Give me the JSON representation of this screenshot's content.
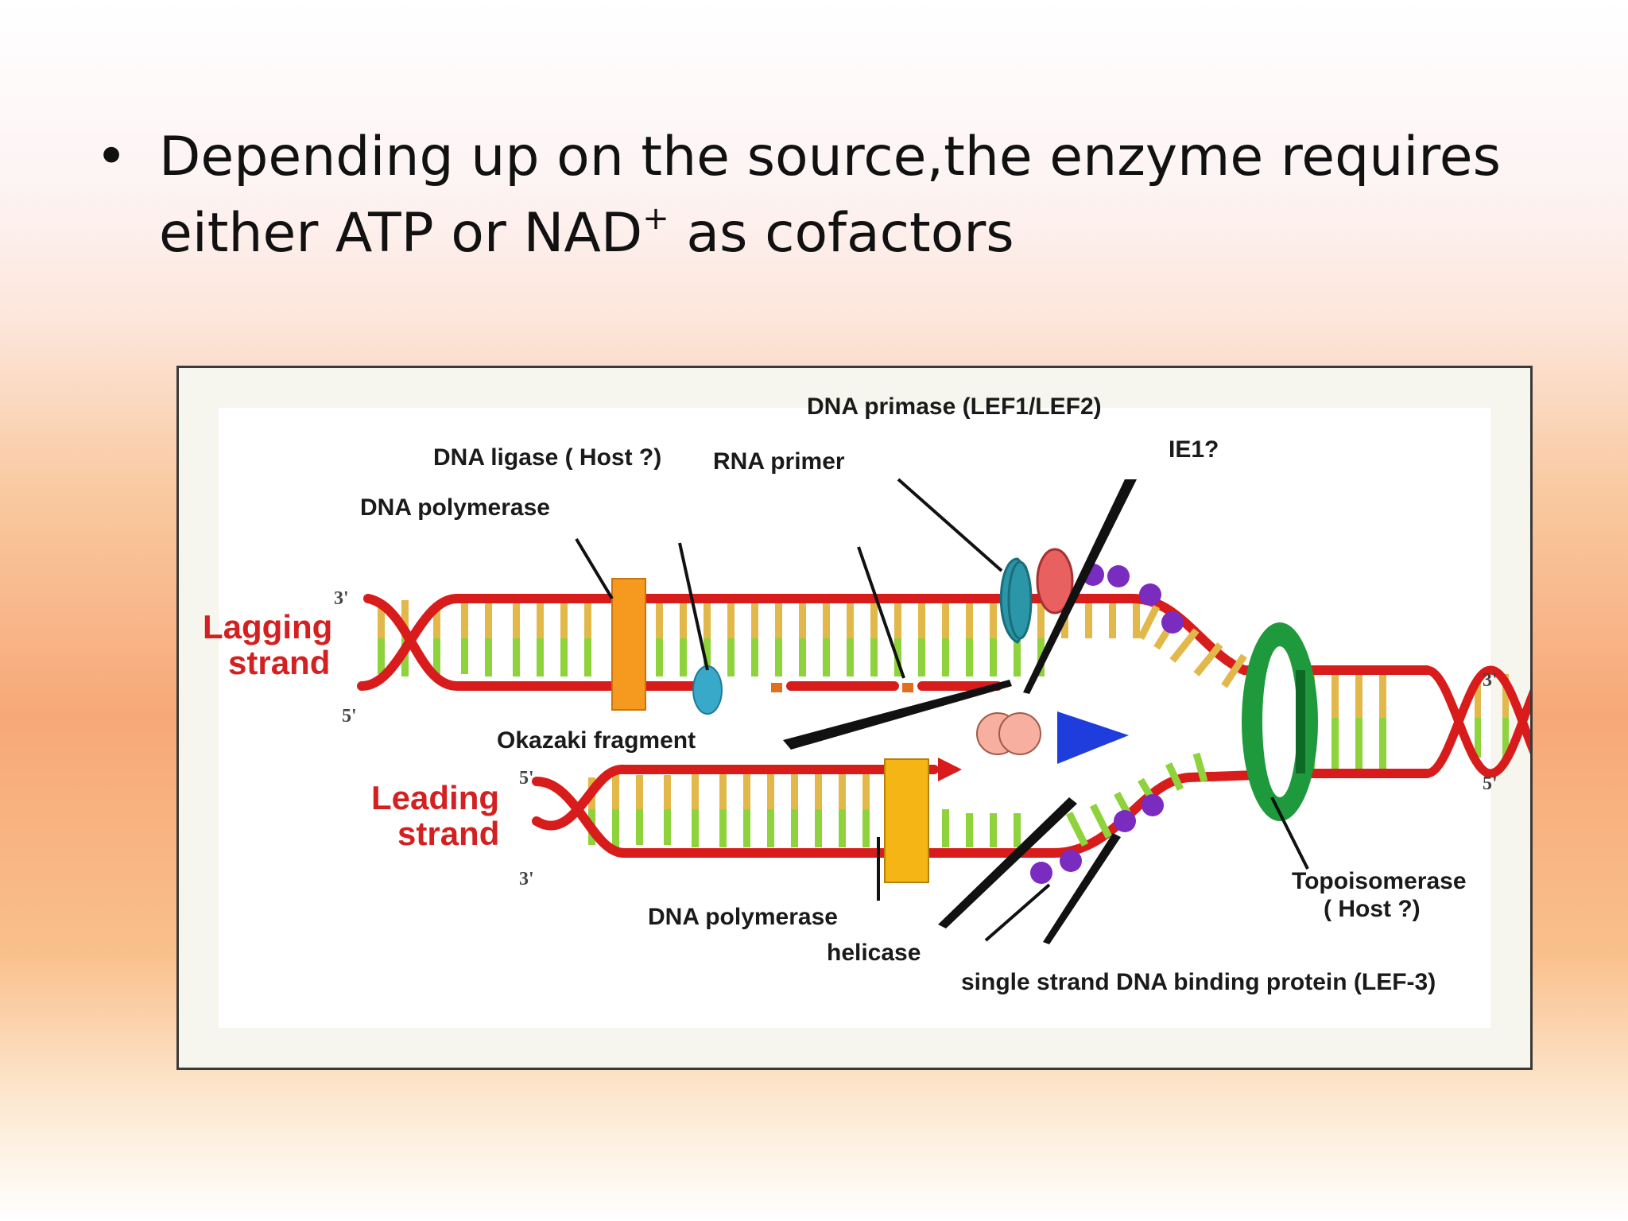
{
  "slide": {
    "bullet": "•",
    "text_line1": "Depending up on the source,the enzyme requires",
    "text_line2_a": "either ATP or NAD",
    "text_line2_sup": "+",
    "text_line2_b": " as cofactors"
  },
  "diagram": {
    "labels": {
      "dna_primase": "DNA primase (LEF1/LEF2)",
      "dna_ligase": "DNA ligase ( Host ?)",
      "rna_primer": "RNA primer",
      "ie1": "IE1?",
      "dna_polymerase_top": "DNA polymerase",
      "lagging_1": "Lagging",
      "lagging_2": "strand",
      "okazaki": "Okazaki fragment",
      "leading_1": "Leading",
      "leading_2": "strand",
      "dna_polymerase_bottom": "DNA polymerase",
      "helicase": "helicase",
      "ssb": "single strand DNA binding protein (LEF-3)",
      "topo_1": "Topoisomerase",
      "topo_2": "( Host ?)"
    },
    "ends": {
      "lag_3": "3'",
      "lag_5": "5'",
      "lead_5": "5'",
      "lead_3": "3'",
      "right_3": "3'",
      "right_5": "5'"
    },
    "colors": {
      "backbone": "#d81c1c",
      "base_yellow": "#e2b84a",
      "base_green": "#8ed23c",
      "polymerase": "#f59a1e",
      "ligase": "#39a9c9",
      "primase": "#2a96a8",
      "ie1": "#e86060",
      "ssb": "#7a2bc0",
      "helicase": "#1f3ddc",
      "topoisomerase": "#1e9a3c"
    }
  }
}
